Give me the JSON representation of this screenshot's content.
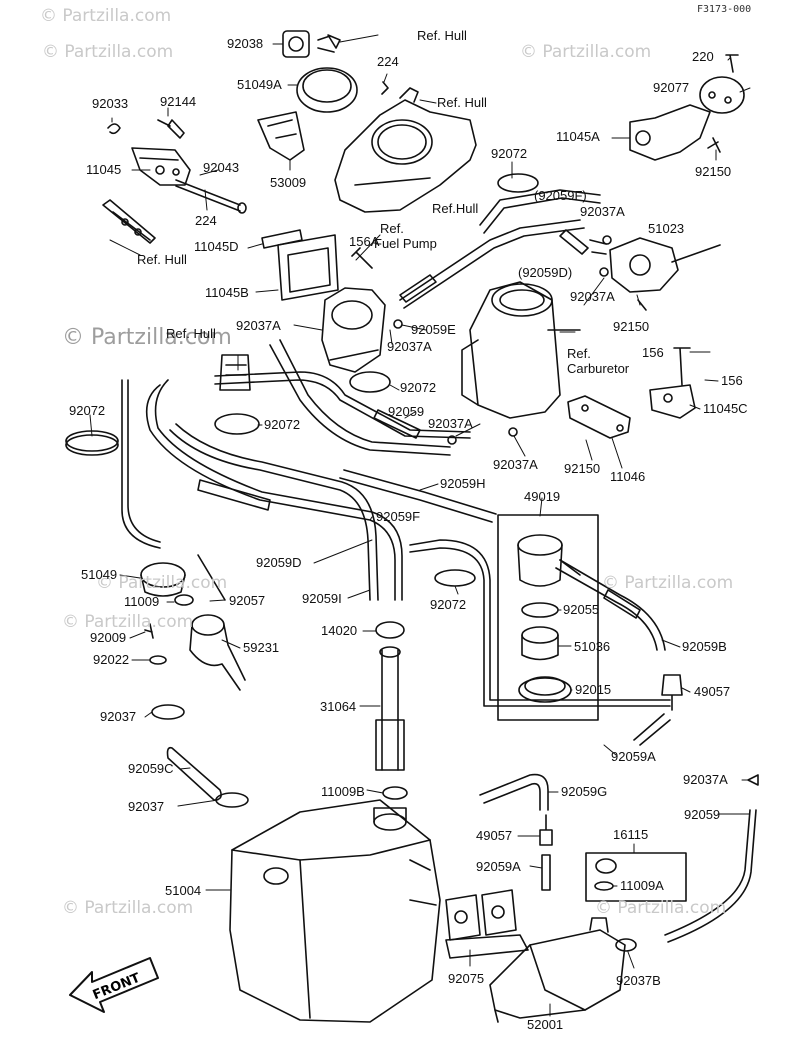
{
  "figure_code": "F3173-000",
  "watermarks": [
    "© Partzilla.com",
    "© Partzilla.com",
    "© Partzilla.com",
    "© Partzilla.com",
    "© Partzilla.com",
    "© Partzilla.com",
    "© Partzilla.com",
    "© Partzilla.com",
    "© Partzilla.com"
  ],
  "front_label": "FRONT",
  "callouts": [
    "92038",
    "Ref. Hull",
    "224",
    "51049A",
    "Ref. Hull",
    "220",
    "92077",
    "92033",
    "92144",
    "11045",
    "92043",
    "53009",
    "224",
    "11045A",
    "92150",
    "92072",
    "(92059F)",
    "92037A",
    "51023",
    "Ref.Hull",
    "Ref.",
    "Fuel Pump",
    "Ref. Hull",
    "11045D",
    "156A",
    "11045B",
    "(92059D)",
    "92037A",
    "92150",
    "92037A",
    "92059E",
    "92037A",
    "Ref. Hull",
    "Ref.",
    "Carburetor",
    "156",
    "156",
    "92072",
    "92072",
    "92059",
    "11045C",
    "92037A",
    "92072",
    "92037A",
    "92150",
    "11046",
    "92059H",
    "49019",
    "92059F",
    "92059D",
    "92059I",
    "92072",
    "51049",
    "11009",
    "92057",
    "92055",
    "51036",
    "92059B",
    "92009",
    "92022",
    "59231",
    "14020",
    "92015",
    "49057",
    "92037",
    "31064",
    "92059C",
    "92059A",
    "92037A",
    "92037",
    "11009B",
    "92059G",
    "92059",
    "16115",
    "49057",
    "92059A",
    "11009A",
    "51004",
    "92075",
    "52001",
    "92037B"
  ]
}
